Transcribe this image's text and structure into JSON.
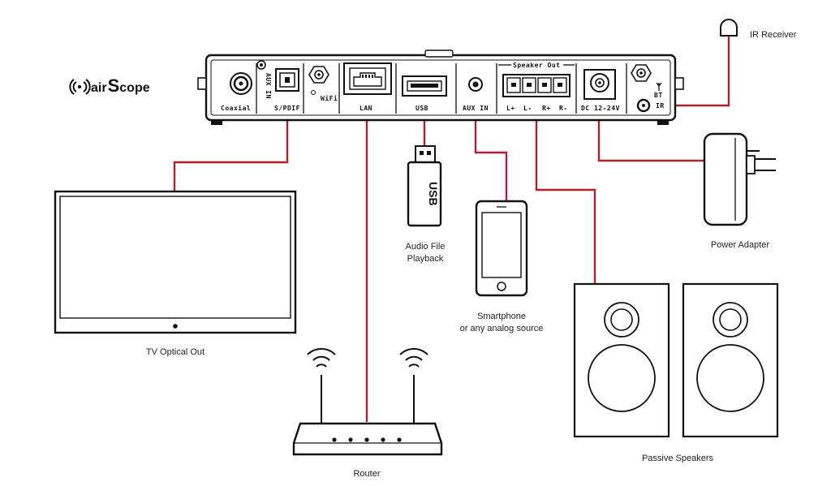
{
  "brand": {
    "prefix": "air",
    "letter": "S",
    "suffix": "cope"
  },
  "device": {
    "ports": {
      "coaxial": "Coaxial",
      "aux_in_vertical": "AUX IN",
      "spdif": "S/PDIF",
      "wifi": "WiFi",
      "lan": "LAN",
      "usb": "USB",
      "aux_in": "AUX IN",
      "speaker_out": "Speaker Out",
      "terminals": [
        "L+",
        "L-",
        "R+",
        "R-"
      ],
      "dc": "DC 12-24V",
      "bt": "BT",
      "ir": "IR"
    }
  },
  "components": {
    "ir_receiver": "IR Receiver",
    "tv": "TV Optical Out",
    "usb_stick_label": "USB",
    "usb_caption": [
      "Audio File",
      "Playback"
    ],
    "smartphone_caption": [
      "Smartphone",
      "or any analog source"
    ],
    "power_adapter": "Power Adapter",
    "speakers": "Passive Speakers",
    "router": "Router"
  },
  "colors": {
    "wire": "#b2202f",
    "ink": "#111111",
    "background": "#ffffff"
  }
}
